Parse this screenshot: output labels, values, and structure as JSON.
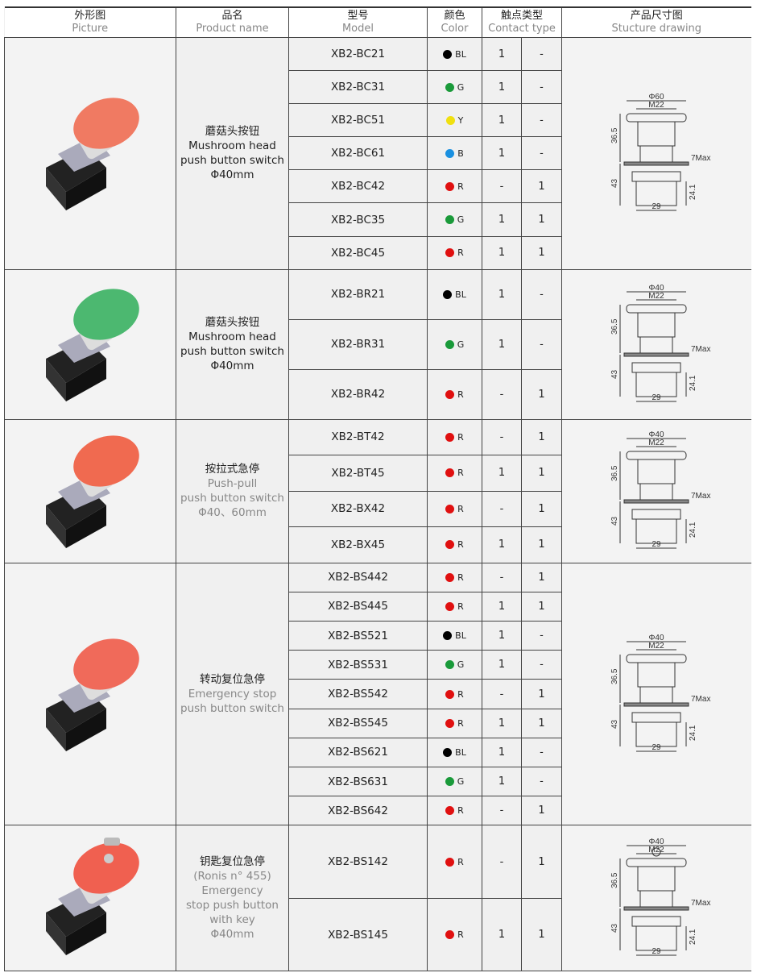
{
  "header": {
    "picture": {
      "cn": "外形图",
      "en": "Picture"
    },
    "name": {
      "cn": "品名",
      "en": "Product name"
    },
    "model": {
      "cn": "型号",
      "en": "Model"
    },
    "color": {
      "cn": "颜色",
      "en": "Color"
    },
    "contact": {
      "cn": "触点类型",
      "en": "Contact type"
    },
    "drawing": {
      "cn": "产品尺寸图",
      "en": "Stucture drawing"
    }
  },
  "colors": {
    "BL": "#000000",
    "G": "#1a9a3a",
    "Y": "#f0e010",
    "B": "#1a90e0",
    "R": "#e01010"
  },
  "groups": [
    {
      "cap": "#f07a62",
      "name_cn": "蘑菇头按钮",
      "name_en": [
        "Mushroom head",
        "push button switch",
        "Φ40mm"
      ],
      "en_gray": false,
      "dims": {
        "dia": "Φ60",
        "thread": "M22",
        "h1": "36.5",
        "h2": "43",
        "h3": "24.1",
        "w": "29",
        "panel": "7Max"
      },
      "rows": [
        [
          "XB2-BC21",
          "BL",
          "1",
          "-"
        ],
        [
          "XB2-BC31",
          "G",
          "1",
          "-"
        ],
        [
          "XB2-BC51",
          "Y",
          "1",
          "-"
        ],
        [
          "XB2-BC61",
          "B",
          "1",
          "-"
        ],
        [
          "XB2-BC42",
          "R",
          "-",
          "1"
        ],
        [
          "XB2-BC35",
          "G",
          "1",
          "1"
        ],
        [
          "XB2-BC45",
          "R",
          "1",
          "1"
        ]
      ]
    },
    {
      "cap": "#4cb870",
      "name_cn": "蘑菇头按钮",
      "name_en": [
        "Mushroom head",
        "push button switch",
        "Φ40mm"
      ],
      "en_gray": false,
      "dims": {
        "dia": "Φ40",
        "thread": "M22",
        "h1": "36.5",
        "h2": "43",
        "h3": "24.1",
        "w": "29",
        "panel": "7Max"
      },
      "rows": [
        [
          "XB2-BR21",
          "BL",
          "1",
          "-"
        ],
        [
          "XB2-BR31",
          "G",
          "1",
          "-"
        ],
        [
          "XB2-BR42",
          "R",
          "-",
          "1"
        ]
      ]
    },
    {
      "cap": "#f06a50",
      "name_cn": "按拉式急停",
      "name_en": [
        "Push-pull",
        "push button switch",
        "Φ40、60mm"
      ],
      "en_gray": true,
      "dims": {
        "dia": "Φ40",
        "thread": "M22",
        "h1": "36.5",
        "h2": "43",
        "h3": "24.1",
        "w": "29",
        "panel": "7Max"
      },
      "rows": [
        [
          "XB2-BT42",
          "R",
          "-",
          "1"
        ],
        [
          "XB2-BT45",
          "R",
          "1",
          "1"
        ],
        [
          "XB2-BX42",
          "R",
          "-",
          "1"
        ],
        [
          "XB2-BX45",
          "R",
          "1",
          "1"
        ]
      ]
    },
    {
      "cap": "#f06a5a",
      "name_cn": "转动复位急停",
      "name_en": [
        "Emergency stop",
        "push button switch"
      ],
      "en_gray": true,
      "dims": {
        "dia": "Φ40",
        "thread": "M22",
        "h1": "36.5",
        "h2": "43",
        "h3": "24.1",
        "w": "29",
        "panel": "7Max"
      },
      "rows": [
        [
          "XB2-BS442",
          "R",
          "-",
          "1"
        ],
        [
          "XB2-BS445",
          "R",
          "1",
          "1"
        ],
        [
          "XB2-BS521",
          "BL",
          "1",
          "-"
        ],
        [
          "XB2-BS531",
          "G",
          "1",
          "-"
        ],
        [
          "XB2-BS542",
          "R",
          "-",
          "1"
        ],
        [
          "XB2-BS545",
          "R",
          "1",
          "1"
        ],
        [
          "XB2-BS621",
          "BL",
          "1",
          "-"
        ],
        [
          "XB2-BS631",
          "G",
          "1",
          "-"
        ],
        [
          "XB2-BS642",
          "R",
          "-",
          "1"
        ]
      ]
    },
    {
      "cap": "#f06050",
      "name_cn": "钥匙复位急停",
      "name_en": [
        "(Ronis n° 455)",
        "Emergency",
        "stop push button",
        "with key",
        "Φ40mm"
      ],
      "en_gray": true,
      "dims": {
        "dia": "Φ40",
        "thread": "M22",
        "h1": "36.5",
        "h2": "43",
        "h3": "24.1",
        "w": "29",
        "panel": "7Max"
      },
      "rows": [
        [
          "XB2-BS142",
          "R",
          "-",
          "1"
        ],
        [
          "XB2-BS145",
          "R",
          "1",
          "1"
        ]
      ]
    }
  ]
}
